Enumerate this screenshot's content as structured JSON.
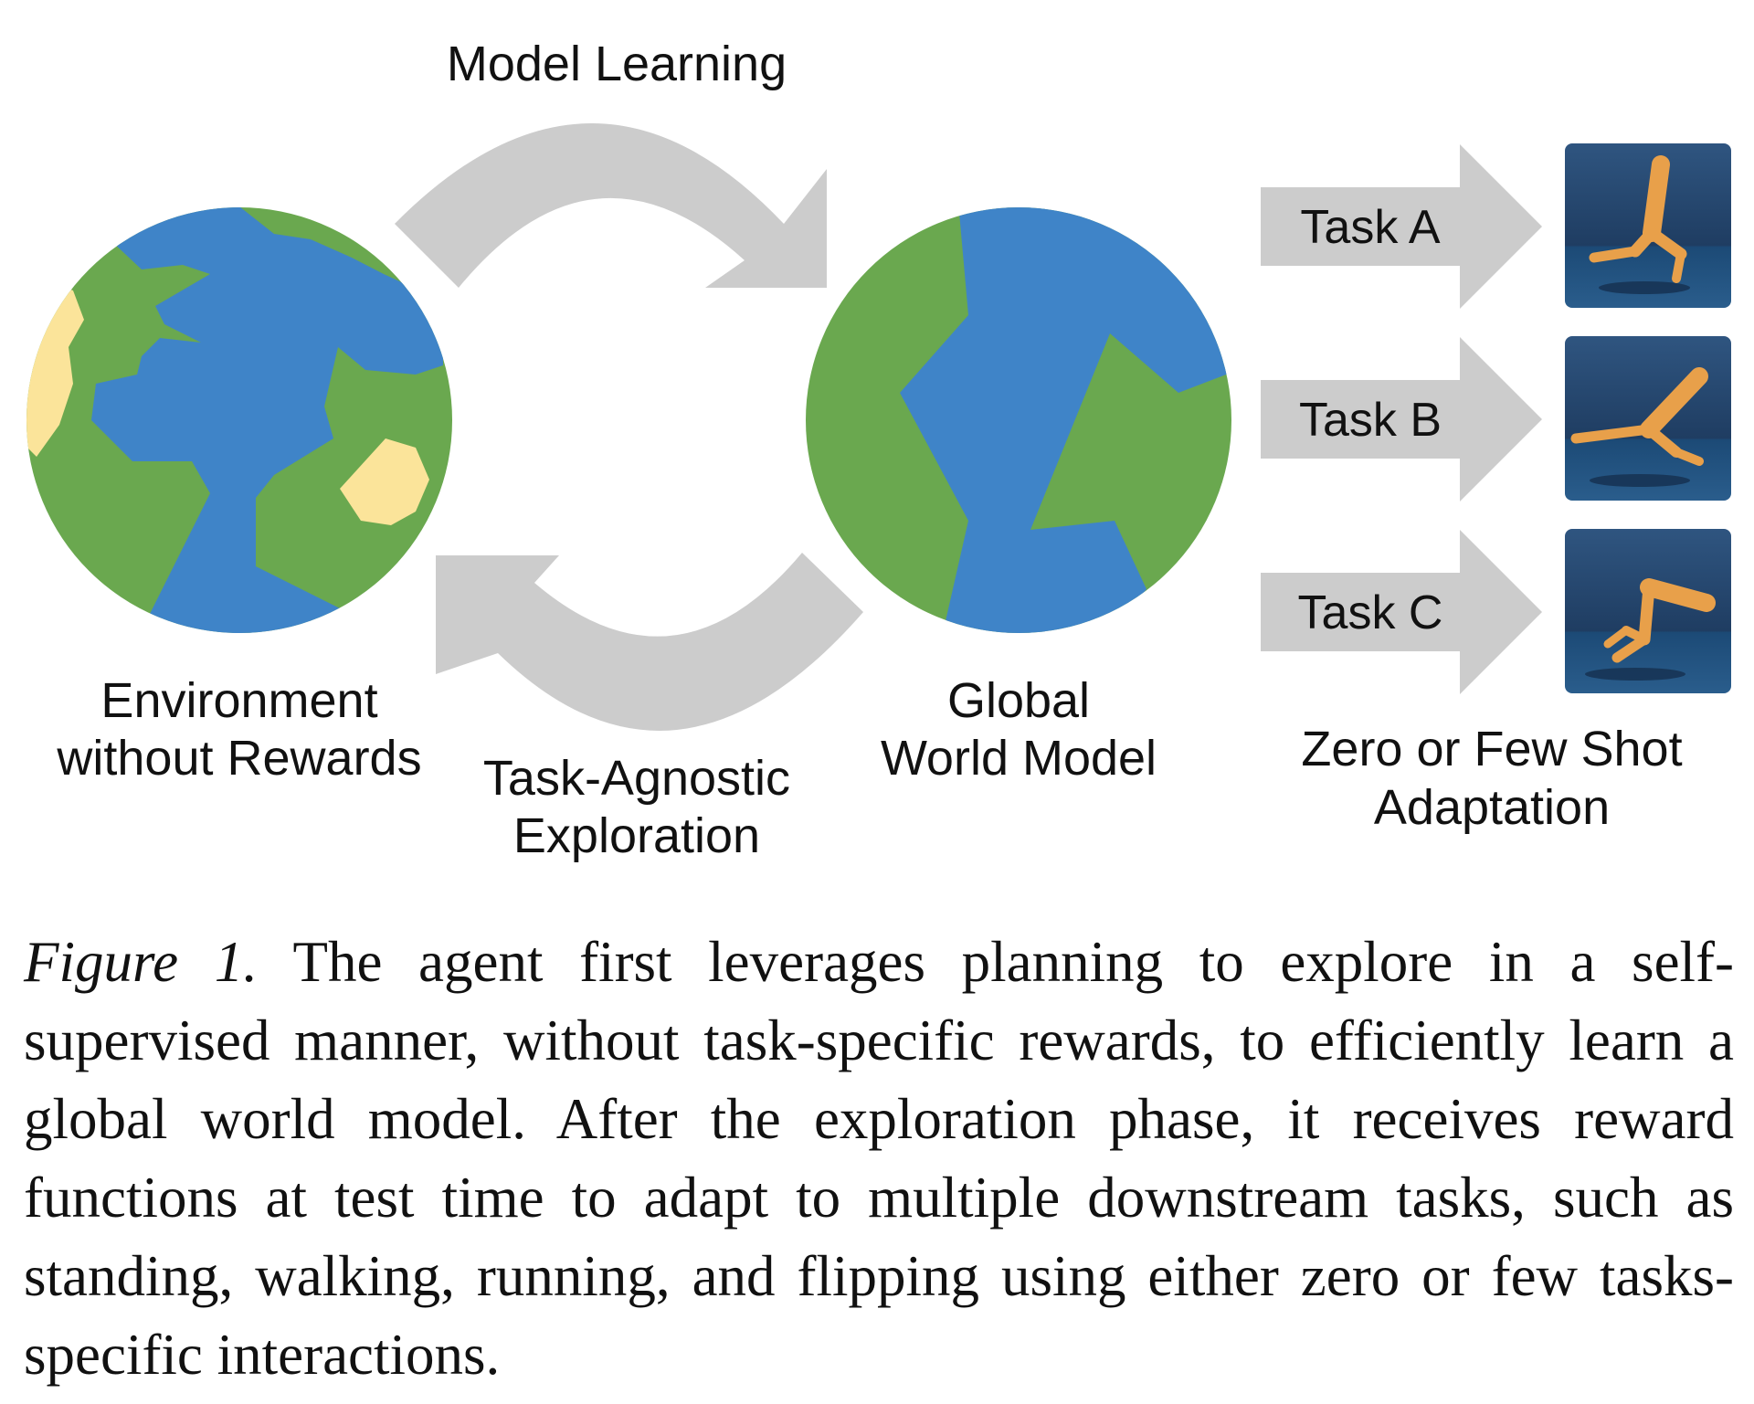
{
  "figure": {
    "top_label": "Model Learning",
    "bottom_label": [
      "Task-Agnostic",
      "Exploration"
    ],
    "env_label": [
      "Environment",
      "without Rewards"
    ],
    "world_label": [
      "Global",
      "World Model"
    ],
    "tasks": [
      {
        "label": "Task A",
        "image": "robot-standing-image"
      },
      {
        "label": "Task B",
        "image": "robot-walking-image"
      },
      {
        "label": "Task C",
        "image": "robot-flipping-image"
      }
    ],
    "adaptation_label": [
      "Zero or Few Shot",
      "Adaptation"
    ],
    "colors": {
      "ocean": "#3f84c8",
      "land": "#6aa84f",
      "sand": "#fbe49a",
      "arrow": "#cccccc",
      "robot": "#e8a04a",
      "scene": "#27466b"
    }
  },
  "caption": {
    "label": "Figure 1.",
    "text": "The agent first leverages planning to explore in a self-supervised manner, without task-specific rewards, to efficiently learn a global world model. After the exploration phase, it receives reward functions at test time to adapt to multiple downstream tasks, such as standing, walking, running, and flipping using either zero or few tasks-specific interactions."
  }
}
